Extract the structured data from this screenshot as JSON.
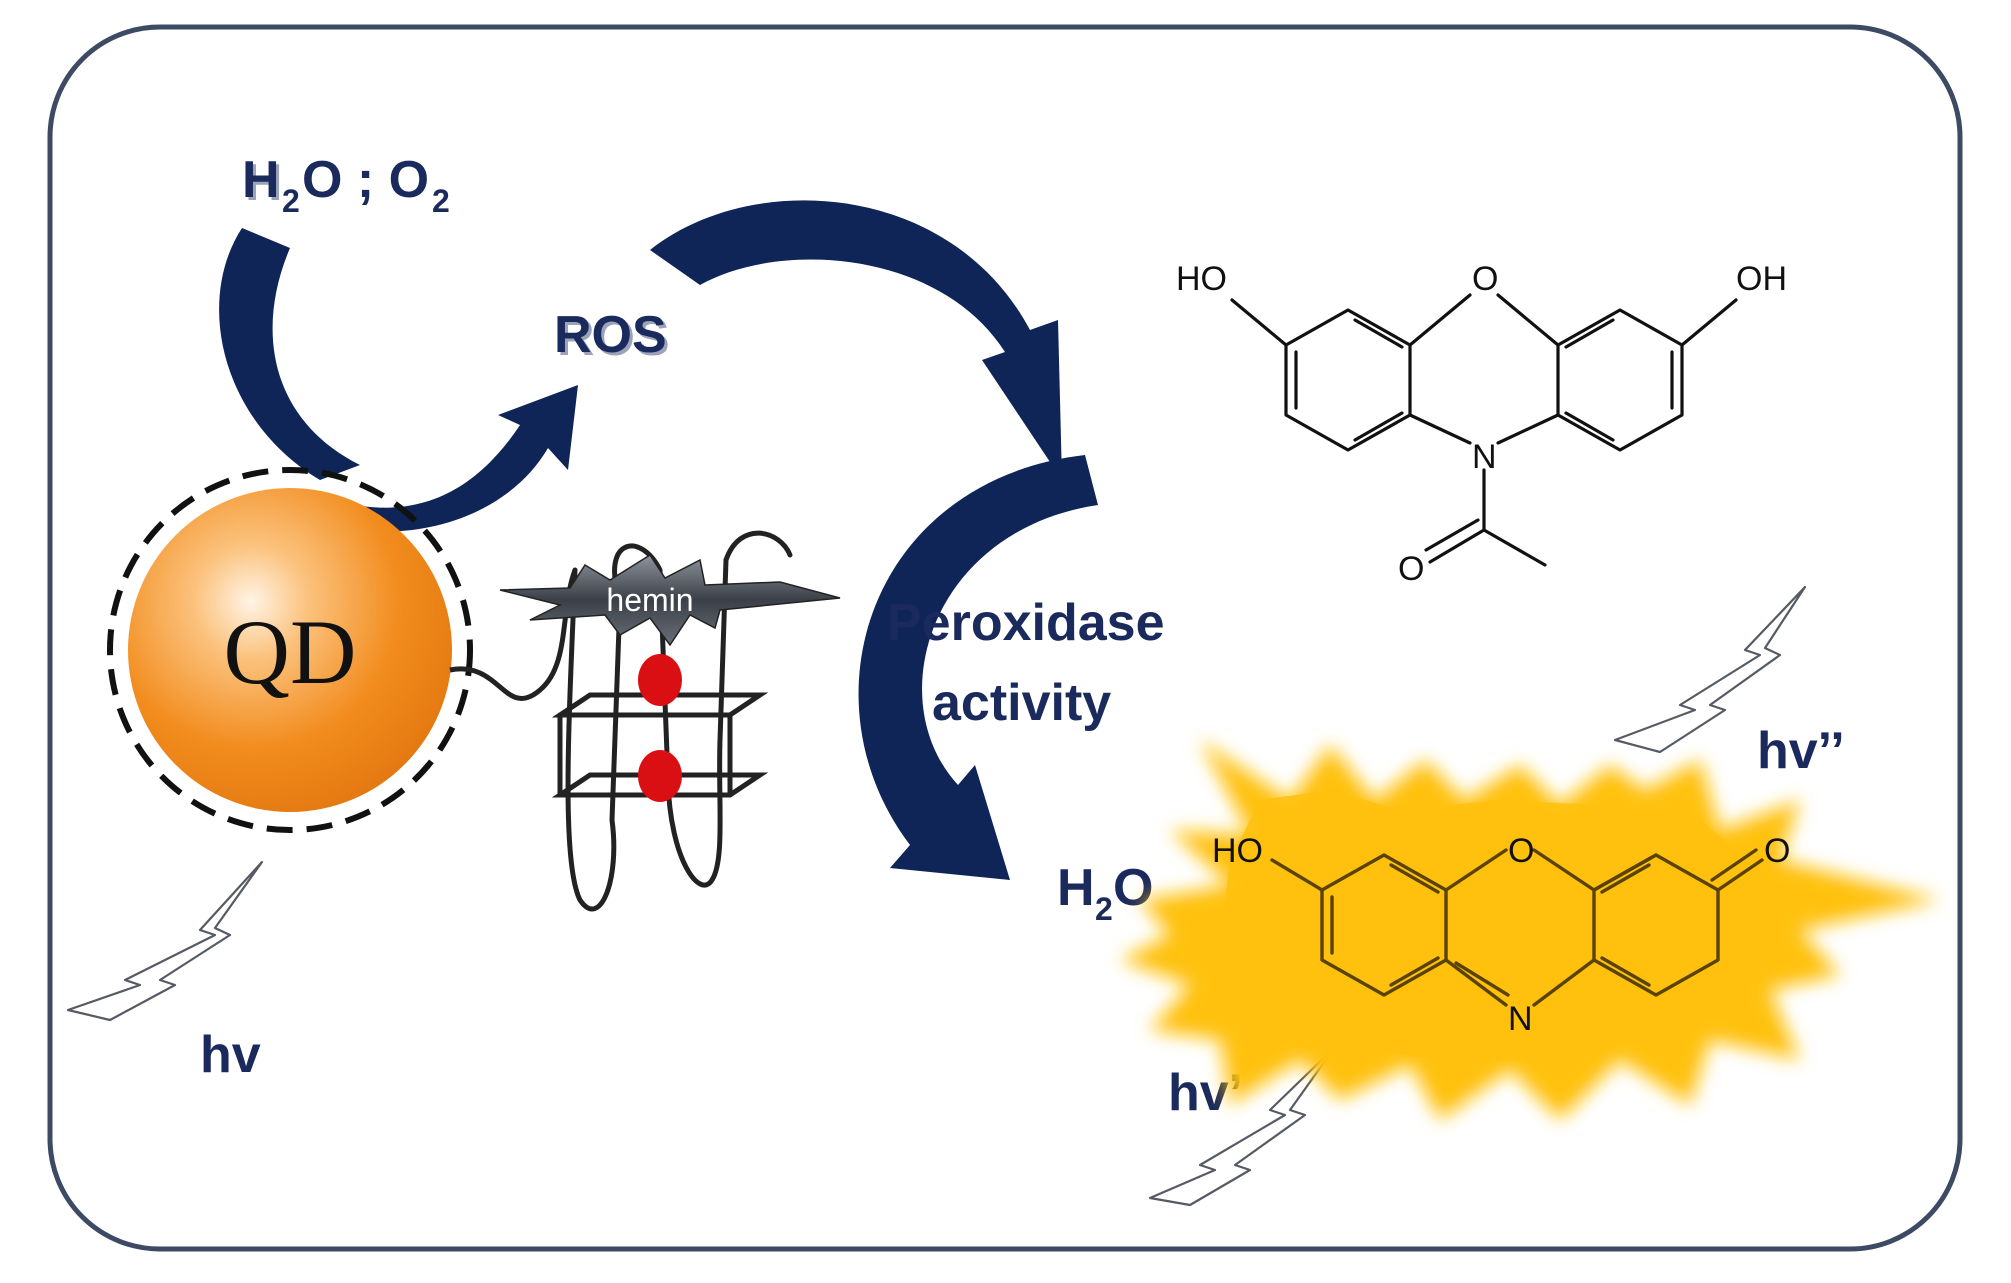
{
  "labels": {
    "reactants_h2o": "H",
    "reactants_h2o_sub": "2",
    "reactants_o_sep": "O ; O",
    "reactants_o2_sub": "2",
    "ros": "ROS",
    "peroxidase_line1": "Peroxidase",
    "peroxidase_line2": "activity",
    "water_h": "H",
    "water_sub": "2",
    "water_o": "O",
    "qd": "QD",
    "hemin": "hemin",
    "hv": "hv",
    "hv_prime": "hv’",
    "hv_double_prime": "hv’’"
  },
  "chemistry": {
    "amplex": {
      "oh_left": "HO",
      "o_bridge": "O",
      "oh_right": "OH",
      "n": "N",
      "o_acetyl": "O"
    },
    "resorufin": {
      "oh_left": "HO",
      "o_bridge": "O",
      "o_keto": "O",
      "n": "N"
    }
  },
  "colors": {
    "arrow": "#0f2457",
    "label": "#1b2a5c",
    "qd_fill": "#f28c1e",
    "star_fill": "#ffc10e",
    "border": "#3d4a63",
    "guanine": "#d90f14"
  },
  "icons": [
    "lightning-bolt-icon"
  ]
}
